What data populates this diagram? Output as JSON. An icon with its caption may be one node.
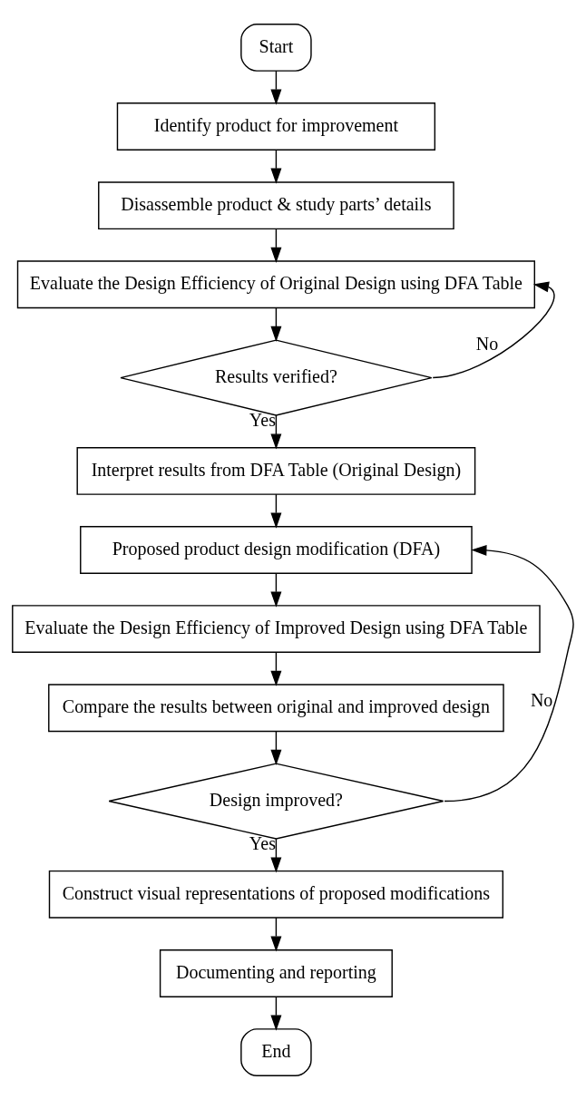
{
  "diagram": {
    "nodes": [
      {
        "text": [
          "Start"
        ]
      },
      {
        "text": [
          "Identify product for improvement"
        ]
      },
      {
        "text": [
          "Disassemble product & study parts’ details"
        ]
      },
      {
        "text": [
          "Evaluate the Design Efficiency of Original Design using DFA Table"
        ]
      },
      {
        "text": [
          "Results verified?"
        ]
      },
      {
        "text": [
          "Interpret results from DFA Table (Original Design)"
        ]
      },
      {
        "text": [
          "Proposed product design modification (DFA)"
        ]
      },
      {
        "text": [
          "Evaluate the Design Efficiency of Improved Design using DFA Table"
        ]
      },
      {
        "text": [
          "Compare the results between original and improved design"
        ]
      },
      {
        "text": [
          "Design improved?"
        ]
      },
      {
        "text": [
          "Construct visual representations of proposed modifications"
        ]
      },
      {
        "text": [
          "Documenting and reporting"
        ]
      },
      {
        "text": [
          "End"
        ]
      }
    ],
    "edges": [
      {
        "from": 0,
        "to": 1,
        "arrow": "to"
      },
      {
        "from": 1,
        "to": 2,
        "arrow": "to"
      },
      {
        "from": 2,
        "to": 3,
        "arrow": "to"
      },
      {
        "from": 3,
        "to": 4,
        "arrow": "to"
      },
      {
        "from": 4,
        "to": 5,
        "arrow": "to",
        "label": "Yes"
      },
      {
        "from": 4,
        "to": 3,
        "arrow": "to",
        "label": "No"
      },
      {
        "from": 5,
        "to": 6,
        "arrow": "to"
      },
      {
        "from": 6,
        "to": 7,
        "arrow": "to"
      },
      {
        "from": 7,
        "to": 8,
        "arrow": "to"
      },
      {
        "from": 8,
        "to": 9,
        "arrow": "to"
      },
      {
        "from": 9,
        "to": 10,
        "arrow": "to",
        "label": "Yes"
      },
      {
        "from": 9,
        "to": 6,
        "arrow": "to",
        "label": "No"
      },
      {
        "from": 10,
        "to": 11,
        "arrow": "to"
      },
      {
        "from": 11,
        "to": 12,
        "arrow": "to"
      }
    ]
  }
}
